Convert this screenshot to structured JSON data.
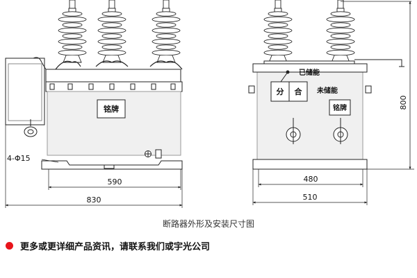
{
  "front_view": {
    "nameplate_label": "铭牌",
    "hole_callout": "4-Φ15",
    "dim_inner_width": "590",
    "dim_overall_width": "830"
  },
  "side_view": {
    "charged_label": "已储能",
    "open_label": "分",
    "close_label": "合",
    "not_charged_label": "未储能",
    "nameplate_label": "铭牌",
    "dim_inner_width": "480",
    "dim_overall_width": "510",
    "dim_height": "800"
  },
  "caption": "断路器外形及安装尺寸图",
  "contact": {
    "text": "更多或更详细产品资讯，请联系我们或宇光公司",
    "bullet_color": "#e8141b"
  }
}
